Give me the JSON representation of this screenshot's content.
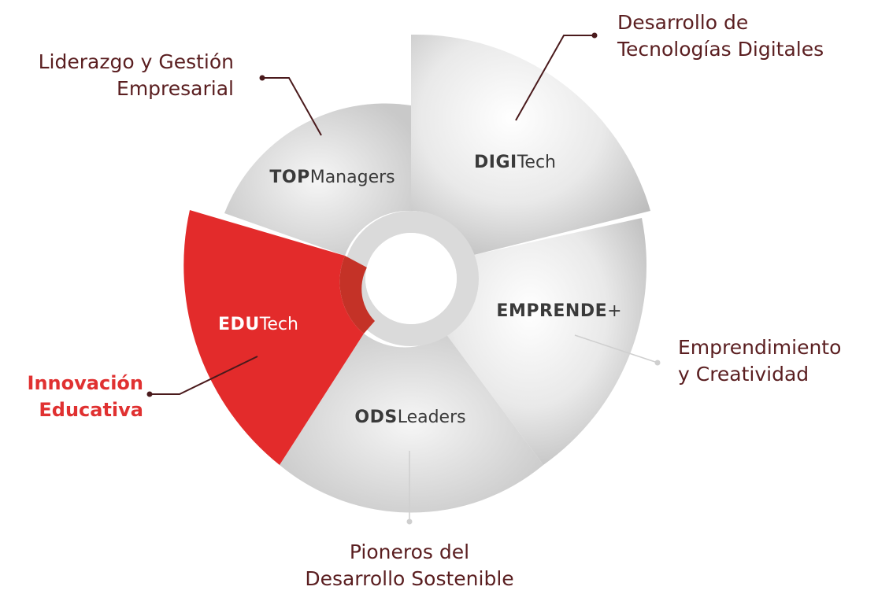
{
  "segments": [
    {
      "id": "topmanagers",
      "bold": "TOP",
      "light": "Managers",
      "caption": [
        "Liderazgo y Gestión",
        "Empresarial"
      ],
      "active": false
    },
    {
      "id": "digitech",
      "bold": "DIGI",
      "light": "Tech",
      "caption": [
        "Desarrollo de",
        "Tecnologías Digitales"
      ],
      "active": false
    },
    {
      "id": "emprende",
      "bold": "EMPRENDE",
      "light": "+",
      "caption": [
        "Emprendimiento",
        "y Creatividad"
      ],
      "active": false
    },
    {
      "id": "odsleaders",
      "bold": "ODS",
      "light": "Leaders",
      "caption": [
        "Pioneros del",
        "Desarrollo Sostenible"
      ],
      "active": false
    },
    {
      "id": "edutech",
      "bold": "EDU",
      "light": "Tech",
      "caption": [
        "Innovación",
        "Educativa"
      ],
      "active": true
    }
  ],
  "colors": {
    "active": "#e32b2b",
    "active_ring": "#c43227",
    "caption_text": "#5a1e20",
    "active_caption_text": "#e03131",
    "segment_label": "#3a3a3a",
    "ring": "#dadada"
  }
}
